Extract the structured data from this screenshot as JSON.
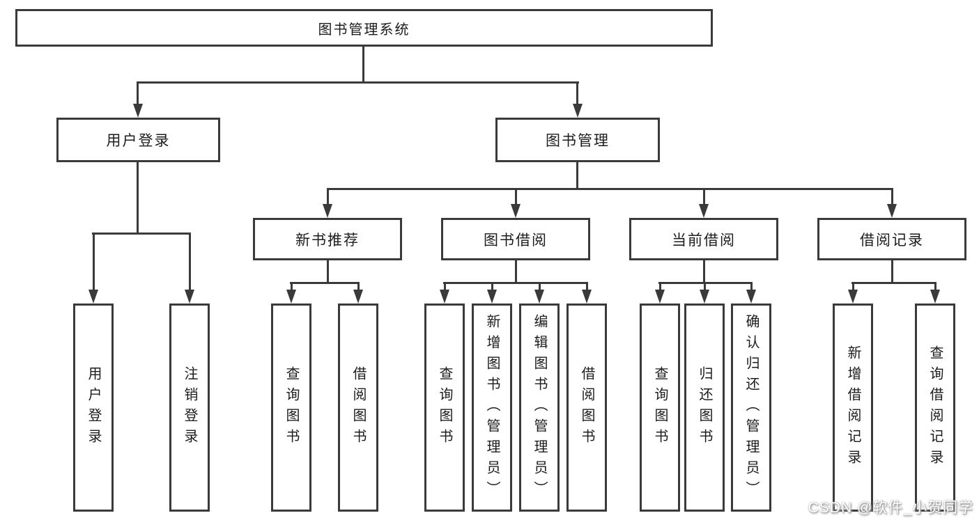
{
  "nodes": {
    "root": "图书管理系统",
    "user_login": "用户登录",
    "book_manage": "图书管理",
    "new_book_recommend": "新书推荐",
    "book_borrow": "图书借阅",
    "current_borrow": "当前借阅",
    "borrow_records": "借阅记录",
    "leaves": {
      "user_login": [
        "用户登录",
        "注销登录"
      ],
      "new_book_recommend": [
        "查询图书",
        "借阅图书"
      ],
      "book_borrow": [
        "查询图书",
        "新增图书（管理员）",
        "编辑图书（管理员）",
        "借阅图书"
      ],
      "current_borrow": [
        "查询图书",
        "归还图书",
        "确认归还（管理员）"
      ],
      "borrow_records": [
        "新增借阅记录",
        "查询借阅记录"
      ]
    }
  },
  "watermark": "CSDN @软件_小贺同学",
  "colors": {
    "line": "#3a3a3a",
    "text": "#1c1c1e",
    "background": "#ffffff",
    "watermark_text": "#ffffff"
  }
}
